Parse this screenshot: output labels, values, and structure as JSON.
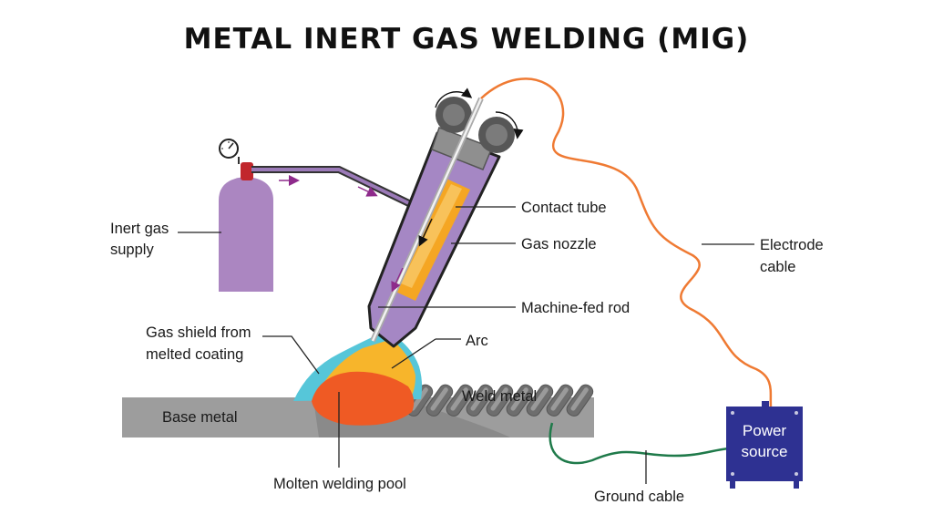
{
  "title": "METAL INERT GAS WELDING (MIG)",
  "labels": {
    "inert_gas_supply": [
      "Inert gas",
      "supply"
    ],
    "contact_tube": "Contact tube",
    "gas_nozzle": "Gas nozzle",
    "electrode_cable": [
      "Electrode",
      "cable"
    ],
    "machine_fed_rod": "Machine-fed rod",
    "arc": "Arc",
    "gas_shield": [
      "Gas shield from",
      "melted coating"
    ],
    "weld_metal": "Weld metal",
    "base_metal": "Base metal",
    "molten_pool": "Molten welding pool",
    "ground_cable": "Ground cable",
    "power_source": [
      "Power",
      "source"
    ]
  },
  "colors": {
    "gas_cylinder": "#ab86c1",
    "cylinder_valve": "#c1272d",
    "nozzle": "#a587c4",
    "contact_tube": "#f5a623",
    "gas_shield": "#56c6d9",
    "molten_pool": "#ef5a24",
    "arc": "#f7b52b",
    "base_metal": "#9d9d9d",
    "electrode_cable": "#ef7a33",
    "ground_cable": "#1f7a4a",
    "power_source": "#2e3192",
    "flow_arrows": "#8e2a8b",
    "rollers": "#666666"
  },
  "icons": [
    "pressure-gauge-icon",
    "rotation-arrow-icon",
    "gas-flow-arrow-icon",
    "wire-feed-arrow-icon"
  ]
}
